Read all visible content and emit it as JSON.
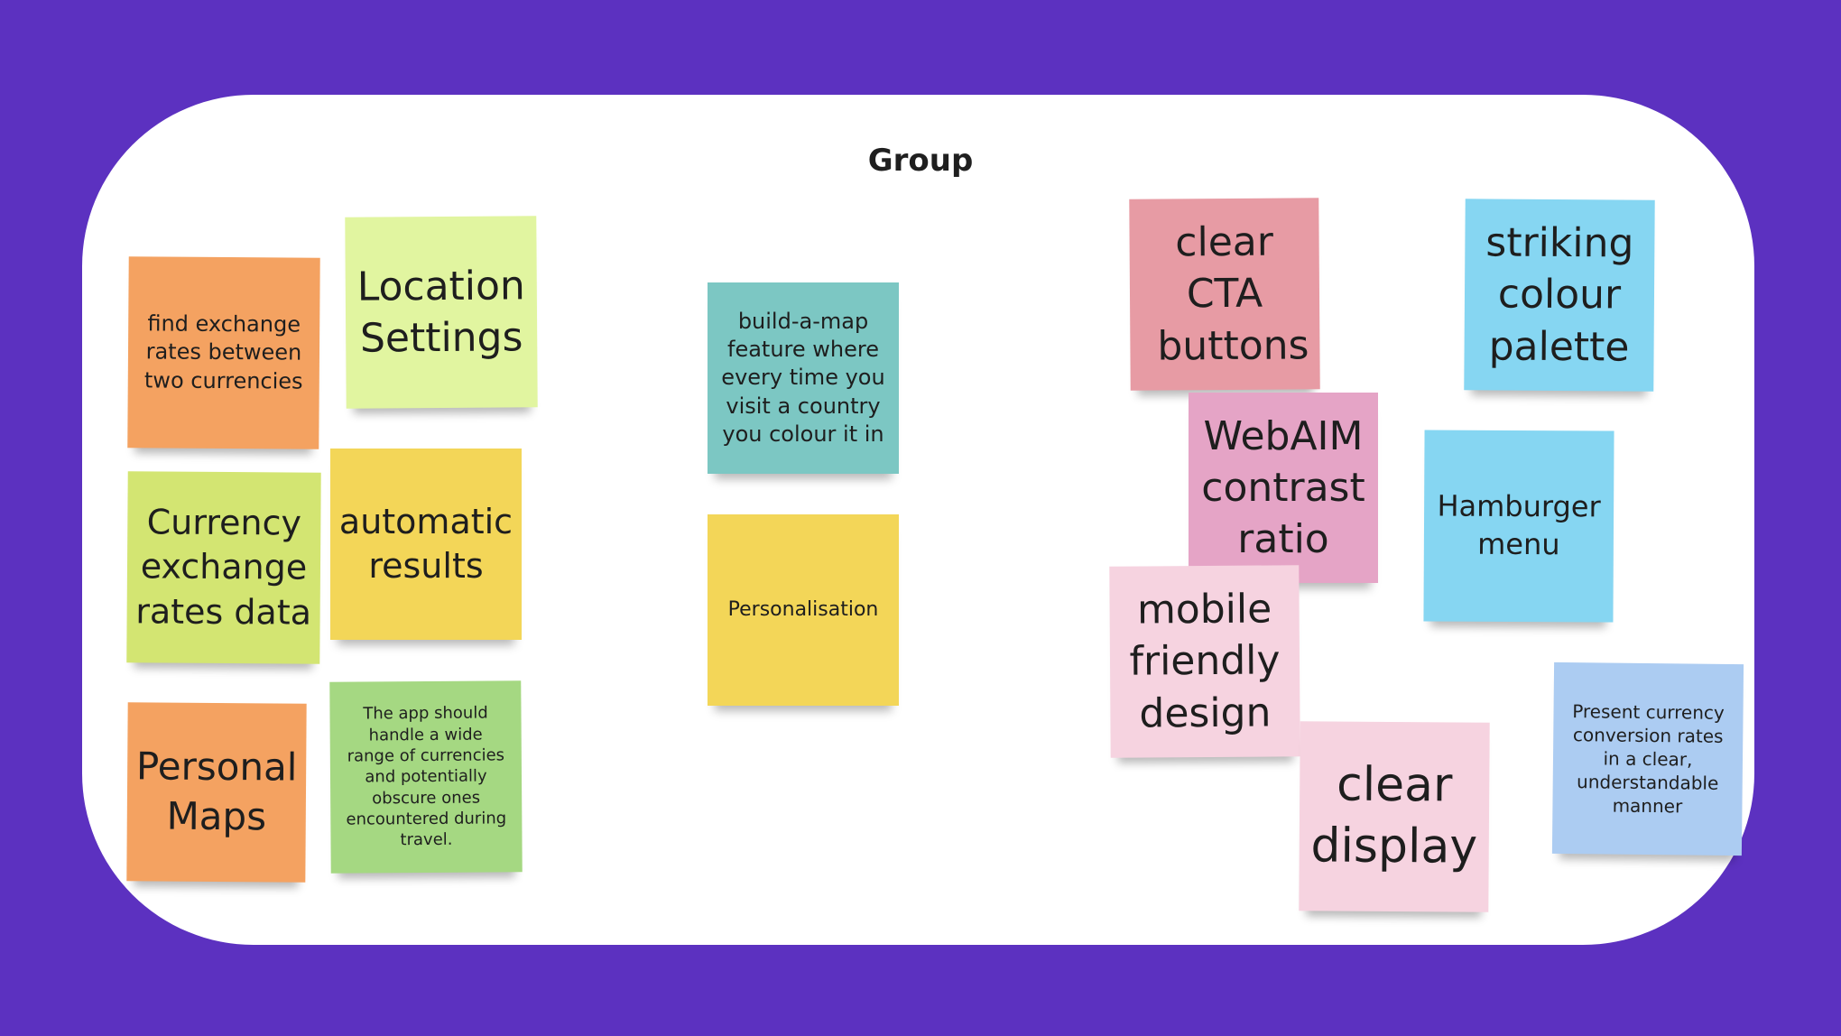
{
  "title": "Group",
  "notes": {
    "find_exchange": "find exchange rates between two currencies",
    "location_settings": "Location Settings",
    "currency_exchange": "Currency exchange rates data",
    "automatic_results": "automatic results",
    "personal_maps": "Personal Maps",
    "wide_range": "The app should handle a wide range of currencies and potentially obscure ones encountered during travel.",
    "build_a_map": "build-a-map feature where every time you visit a country you colour it in",
    "personalisation": "Personalisation",
    "clear_cta": "clear CTA buttons",
    "webaim": "WebAIM contrast ratio",
    "mobile_friendly": "mobile friendly design",
    "clear_display": "clear display",
    "striking_colour": "striking colour palette",
    "hamburger": "Hamburger menu",
    "present_currency": "Present currency conversion rates in a clear, understandable manner"
  },
  "colors": {
    "background": "#5c31c0",
    "board": "#ffffff",
    "orange": "#f4a261",
    "lime": "#e1f5a0",
    "yellow_green": "#d3e572",
    "yellow": "#f3d658",
    "green": "#a5d882",
    "teal": "#7cc7c3",
    "red_pink": "#e79ba4",
    "pink": "#e5a4c6",
    "light_pink": "#f6d3e0",
    "cyan": "#86d6f2",
    "light_blue": "#acccf2"
  }
}
